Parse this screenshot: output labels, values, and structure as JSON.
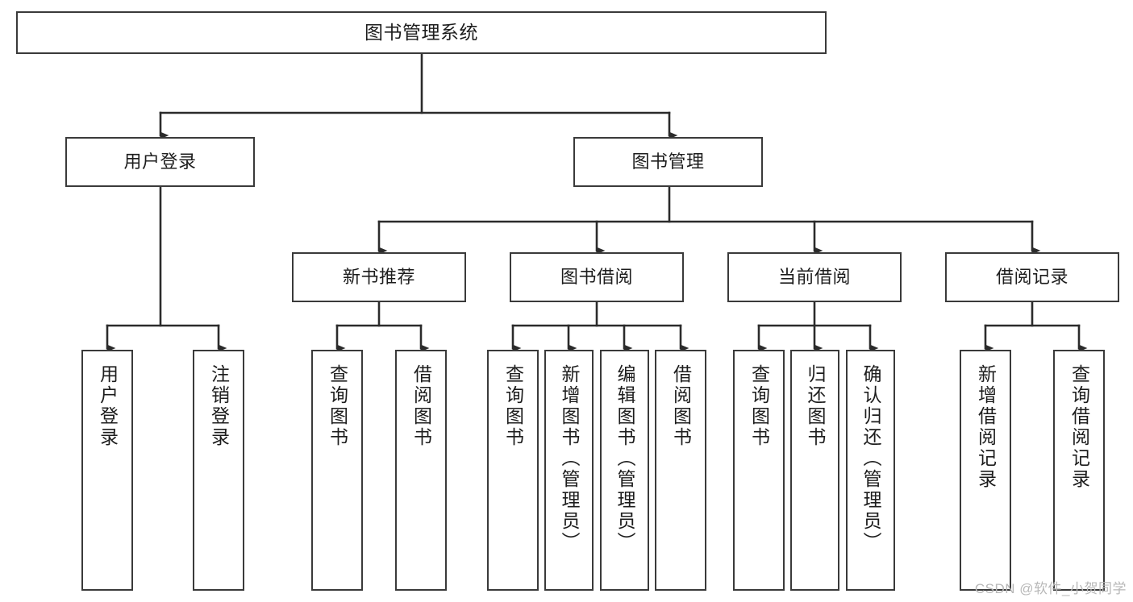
{
  "diagram": {
    "title": "图书管理系统",
    "watermark": "CSDN @软件_小贺同学",
    "colors": {
      "box_border": "#3a3a3a",
      "box_fill": "#ffffff",
      "connector": "#2b2b2b",
      "text": "#1d1d1d",
      "watermark": "#b8b8b8",
      "background": "#ffffff"
    },
    "levels": {
      "root": "图书管理系统",
      "level2": [
        "用户登录",
        "图书管理"
      ],
      "level3": [
        "新书推荐",
        "图书借阅",
        "当前借阅",
        "借阅记录"
      ]
    },
    "nodes": {
      "root": {
        "label": "图书管理系统"
      },
      "user_login": {
        "label": "用户登录"
      },
      "book_manage": {
        "label": "图书管理"
      },
      "new_book_rec": {
        "label": "新书推荐"
      },
      "book_borrow": {
        "label": "图书借阅"
      },
      "current_borrow": {
        "label": "当前借阅"
      },
      "borrow_record": {
        "label": "借阅记录"
      },
      "leaf_user_login": {
        "label": "用户登录"
      },
      "leaf_logout": {
        "label": "注销登录"
      },
      "leaf_query_book_a": {
        "label": "查询图书"
      },
      "leaf_borrow_book_a": {
        "label": "借阅图书"
      },
      "leaf_query_book_b": {
        "label": "查询图书"
      },
      "leaf_add_book": {
        "label": "新增图书（管理员）"
      },
      "leaf_edit_book": {
        "label": "编辑图书（管理员）"
      },
      "leaf_borrow_book_b": {
        "label": "借阅图书"
      },
      "leaf_query_book_c": {
        "label": "查询图书"
      },
      "leaf_return_book": {
        "label": "归还图书"
      },
      "leaf_confirm_return": {
        "label": "确认归还（管理员）"
      },
      "leaf_add_record": {
        "label": "新增借阅记录"
      },
      "leaf_query_record": {
        "label": "查询借阅记录"
      }
    },
    "tree": {
      "name": "图书管理系统",
      "children": [
        {
          "name": "用户登录",
          "children": [
            {
              "name": "用户登录"
            },
            {
              "name": "注销登录"
            }
          ]
        },
        {
          "name": "图书管理",
          "children": [
            {
              "name": "新书推荐",
              "children": [
                {
                  "name": "查询图书"
                },
                {
                  "name": "借阅图书"
                }
              ]
            },
            {
              "name": "图书借阅",
              "children": [
                {
                  "name": "查询图书"
                },
                {
                  "name": "新增图书（管理员）"
                },
                {
                  "name": "编辑图书（管理员）"
                },
                {
                  "name": "借阅图书"
                }
              ]
            },
            {
              "name": "当前借阅",
              "children": [
                {
                  "name": "查询图书"
                },
                {
                  "name": "归还图书"
                },
                {
                  "name": "确认归还（管理员）"
                }
              ]
            },
            {
              "name": "借阅记录",
              "children": [
                {
                  "name": "新增借阅记录"
                },
                {
                  "name": "查询借阅记录"
                }
              ]
            }
          ]
        }
      ]
    }
  }
}
